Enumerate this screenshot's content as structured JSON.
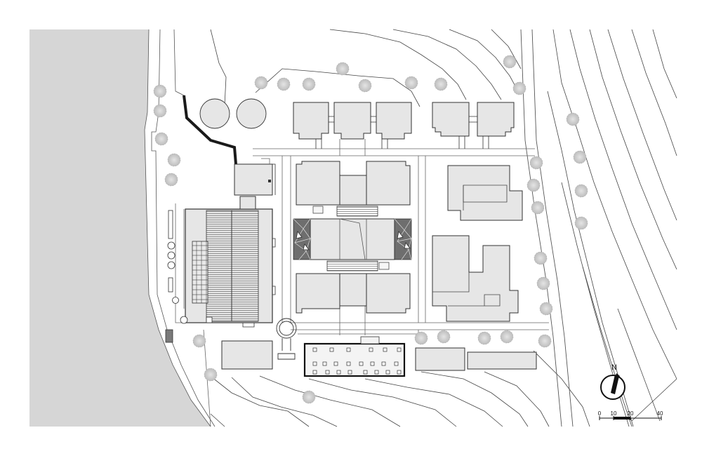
{
  "plan": {
    "north_label": "N",
    "scale_labels": [
      "0",
      "10",
      "20",
      "40"
    ],
    "colors": {
      "water": "#d6d6d6",
      "building_fill": "#e6e6e6",
      "roof_fill": "#f0f0f0",
      "facade_fill": "#6e6e6e",
      "line": "#333333",
      "tree": "#c8c8c8",
      "path_heavy": "#1a1a1a"
    },
    "icons": [
      "north-arrow-icon",
      "tree-icon",
      "scale-bar-icon"
    ]
  }
}
